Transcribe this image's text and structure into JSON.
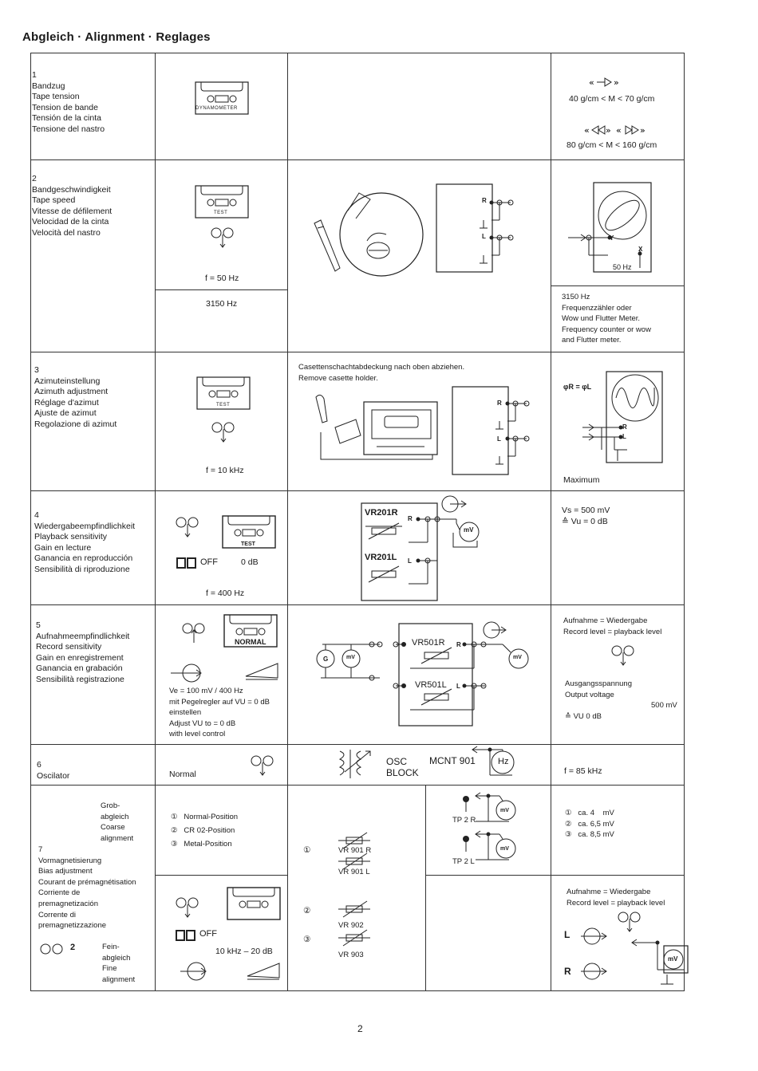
{
  "title": "Abgleich · Alignment · Reglages",
  "page_number": "2",
  "s1": {
    "label": "1\nBandzug\nTape tension\nTension de bande\nTensión de la cinta\nTensione del nastro",
    "cassette": "DYNAMOMETER",
    "spec1": "40 g/cm < M < 70 g/cm",
    "spec2": "80 g/cm < M < 160 g/cm"
  },
  "s2": {
    "label": "2\nBandgeschwindigkeit\nTape speed\nVitesse de défilement\nVelocidad de la cinta\nVelocità del nastro",
    "cassette": "TEST",
    "freq": "f = 50 Hz",
    "freq2": "3150 Hz",
    "r": "R",
    "l": "L",
    "scope_y": "Y",
    "scope_x": "X",
    "scope_hz": "50 Hz",
    "note": "3150 Hz\nFrequenzzähler oder\nWow und Flutter Meter.\nFrequency counter or wow\nand Flutter meter."
  },
  "s3": {
    "label": "3\nAzimuteinstellung\nAzimuth adjustment\nRéglage d'azimut\nAjuste de azimut\nRegolazione di azimut",
    "cassette": "TEST",
    "freq": "f = 10 kHz",
    "instruction": "Casettenschachtabdeckung nach oben abziehen.\nRemove casette holder.",
    "phase": "φR = φL",
    "r": "R",
    "l": "L",
    "max": "Maximum"
  },
  "s4": {
    "label": "4\nWiedergabeempfindlichkeit\nPlayback sensitivity\nGain en lecture\nGanancia en reproducción\nSensibilità di riproduzione",
    "cassette": "TEST",
    "dolby": "OFF",
    "db": "0 dB",
    "freq": "f = 400 Hz",
    "vr_r": "VR201R",
    "vr_l": "VR201L",
    "r": "R",
    "l": "L",
    "mv": "mV",
    "spec": "Vs = 500 mV\n≙ Vu = 0 dB"
  },
  "s5": {
    "label": "5\nAufnahmeempfindlichkeit\nRecord sensitivity\nGain en enregistrement\nGanancia en grabación\nSensibilità registrazione",
    "cassette": "NORMAL",
    "note": "Ve = 100 mV / 400 Hz\nmit Pegelregler auf VU = 0 dB\neinstellen\nAdjust VU to = 0 dB\nwith level control",
    "vr_r": "VR501R",
    "vr_l": "VR501L",
    "g": "G",
    "mv": "mV",
    "r": "R",
    "l": "L",
    "spec1": "Aufnahme = Wiedergabe\nRecord level = playback level",
    "spec2": "Ausgangsspannung\nOutput voltage",
    "spec_mv": "500 mV",
    "spec_vu": "≙ VU 0 dB"
  },
  "s6": {
    "label": "6\nOscilator",
    "mode": "Normal",
    "osc": "OSC\nBLOCK",
    "mcnt": "MCNT 901",
    "hz": "Hz",
    "freq": "f = 85 kHz"
  },
  "s7": {
    "grob": "Grob-\nabgleich\nCoarse\nalignment",
    "label": "7\nVormagnetisierung\nBias adjustment\nCourant de prémagnétisation\nCorriente de\npremagnetización\nCorrente di\npremagnetizzazione",
    "fein_num": "2",
    "fein": "Fein-\nabgleich\nFine\nalignment",
    "positions": [
      "①   Normal-Position",
      "②   CR 02-Position",
      "③   Metal-Position"
    ],
    "vr901": "VR 901 R\n\nVR 901 L",
    "vr902": "VR 902",
    "vr903": "VR 903",
    "c1": "①",
    "c2": "②",
    "c3": "③",
    "dolby": "OFF",
    "range": "10 kHz – 20 dB",
    "tp2r": "TP 2 R",
    "tp2l": "TP 2 L",
    "mv": "mV",
    "levels": "①   ca. 4    mV\n②   ca. 6,5 mV\n③   ca. 8,5 mV",
    "spec": "Aufnahme = Wiedergabe\nRecord level = playback level",
    "l": "L",
    "r": "R"
  }
}
